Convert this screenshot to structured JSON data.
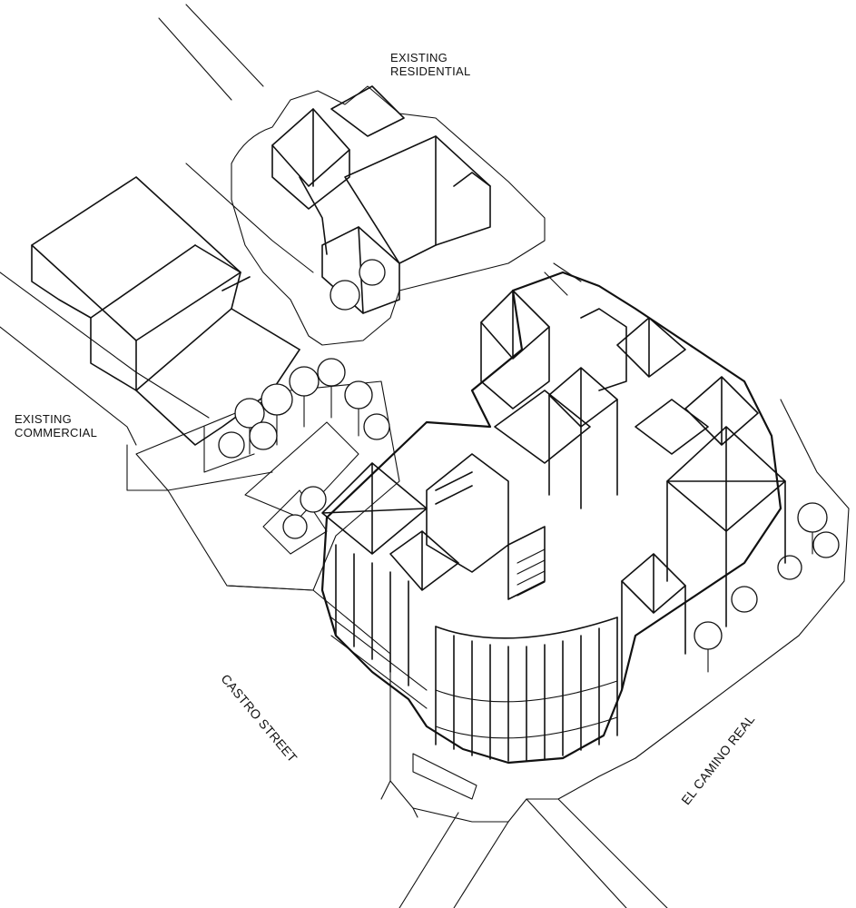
{
  "labels": {
    "existing_residential_line1": "EXISTING",
    "existing_residential_line2": "RESIDENTIAL",
    "existing_commercial_line1": "EXISTING",
    "existing_commercial_line2": "COMMERCIAL",
    "castro_street": "CASTRO STREET",
    "el_camino_real": "EL CAMINO REAL"
  },
  "colors": {
    "ink": "#111111",
    "paper": "#ffffff"
  }
}
